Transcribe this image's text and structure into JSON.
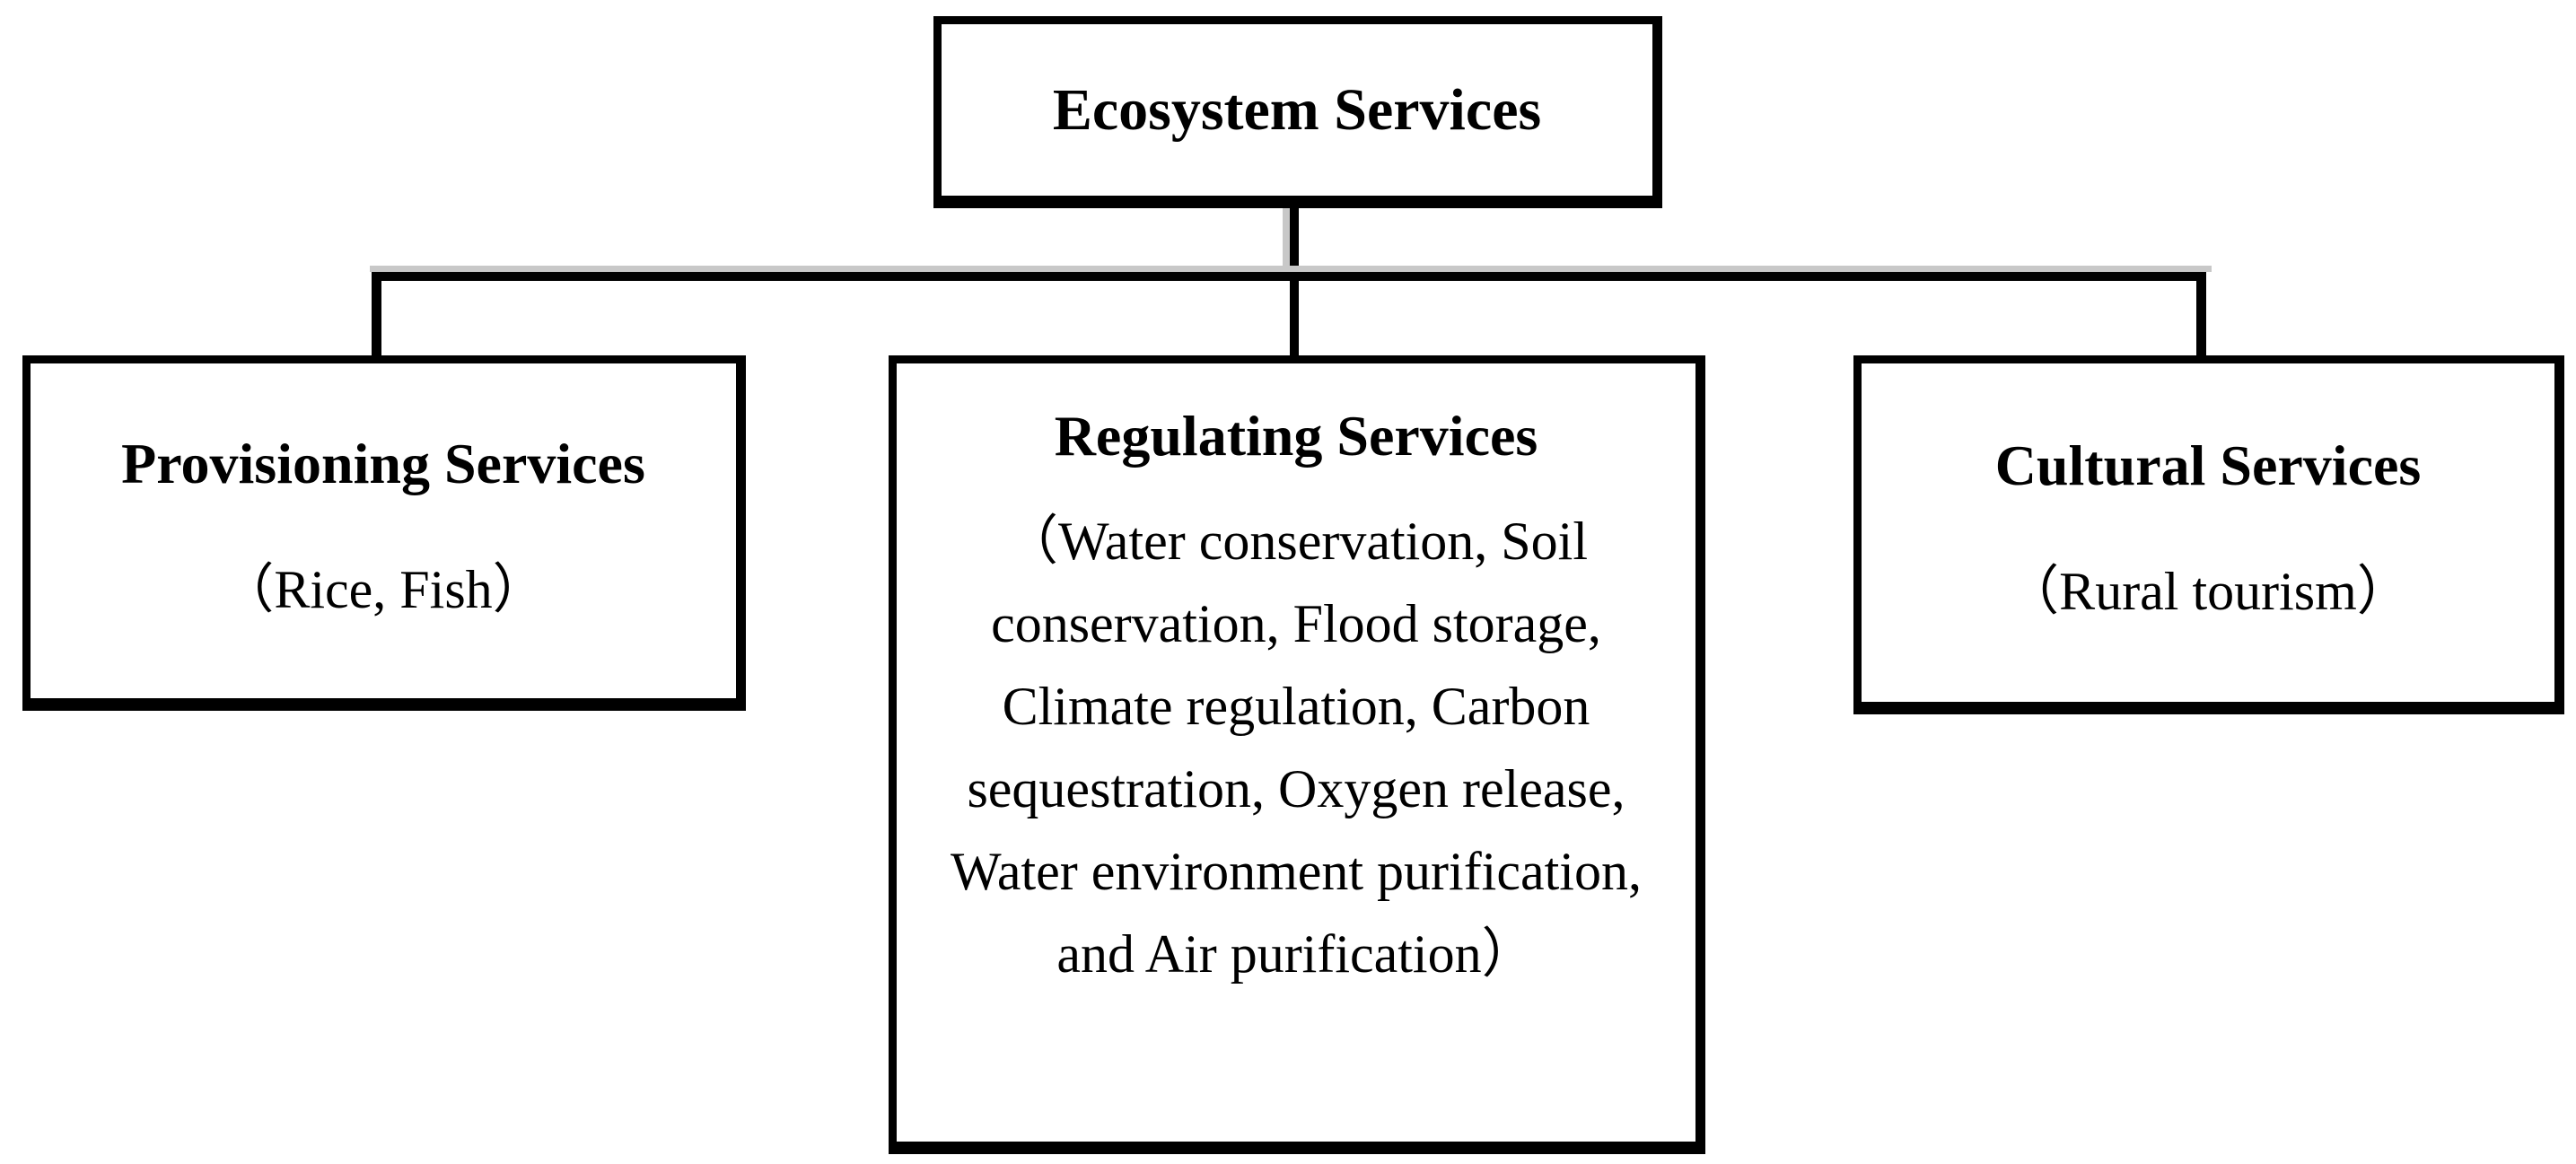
{
  "figure": {
    "background_color": "#ffffff",
    "line_color": "#000000",
    "shadow_color": "#c8c8c8",
    "root": {
      "title": "Ecosystem Services"
    },
    "children": [
      {
        "id": "provisioning",
        "title": "Provisioning Services",
        "detail": "（Rice, Fish）"
      },
      {
        "id": "regulating",
        "title": "Regulating Services",
        "detail": "（Water conservation, Soil conservation, Flood storage, Climate regulation, Carbon sequestration, Oxygen release, Water environment purification, and Air purification）"
      },
      {
        "id": "cultural",
        "title": "Cultural Services",
        "detail": "（Rural tourism）"
      }
    ]
  }
}
